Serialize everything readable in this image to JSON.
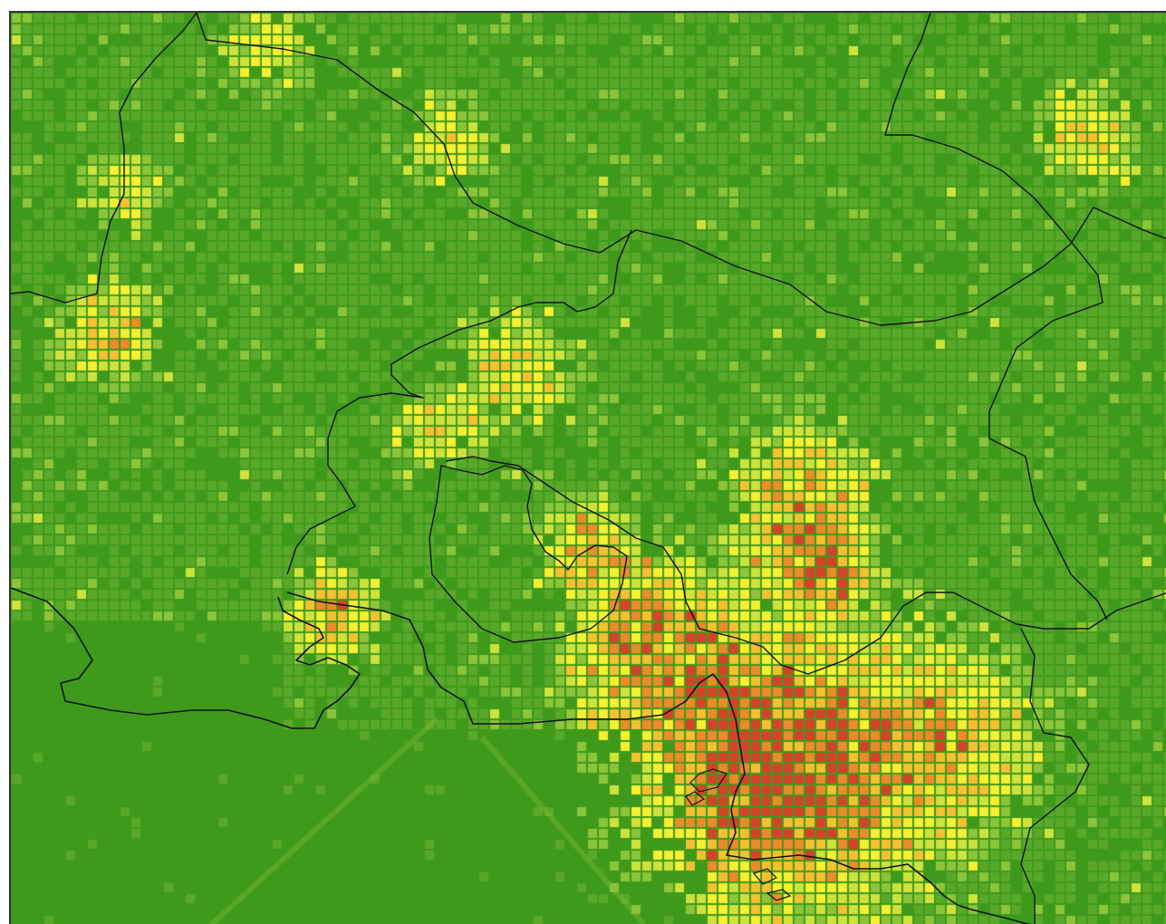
{
  "map": {
    "kind": "emissions-density-grid",
    "colors": {
      "background": "#3f9a1c",
      "very-low": "#5aa82a",
      "low": "#8cc43a",
      "mid": "#cfe23c",
      "high": "#f7ef30",
      "higher": "#f7c030",
      "very-high": "#ee8a2a",
      "max": "#d9402a",
      "borders": "#111111"
    },
    "hotspots": [
      {
        "name": "large-urban-area-southeast"
      },
      {
        "name": "urban-area-center"
      },
      {
        "name": "urban-area-west"
      },
      {
        "name": "urban-area-north"
      }
    ]
  }
}
